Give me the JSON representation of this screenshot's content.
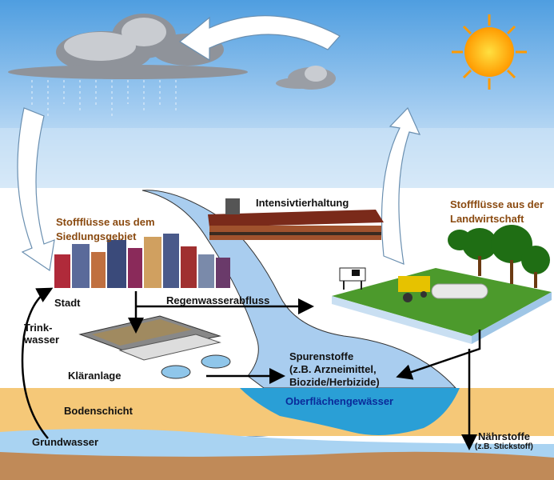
{
  "diagram": {
    "labels": {
      "siedlung_line1": "Stoffflüsse aus dem",
      "siedlung_line2": "Siedlungsgebiet",
      "intensiv": "Intensivtierhaltung",
      "landwirtschaft_line1": "Stoffflüsse aus der",
      "landwirtschaft_line2": "Landwirtschaft",
      "stadt": "Stadt",
      "regen": "Regenwasserabfluss",
      "trink_line1": "Trink-",
      "trink_line2": "wasser",
      "klaer": "Kläranlage",
      "spuren_line1": "Spurenstoffe",
      "spuren_line2": "(z.B. Arzneimittel,",
      "spuren_line3": "Biozide/Herbizide)",
      "oberflaeche": "Oberflächengewässer",
      "boden": "Bodenschicht",
      "grund": "Grundwasser",
      "naehr_line1": "Nährstoffe",
      "naehr_line2": "(z.B. Stickstoff)"
    },
    "colors": {
      "sky_top": "#4f9ee0",
      "sky_bottom": "#dcecf8",
      "soil": "#f5c878",
      "groundwater": "#a9d3f2",
      "bedrock": "#c08a58",
      "lake_upper": "#a9cdef",
      "lake_lower": "#2a9fd6",
      "label_brown": "#8a4a10"
    }
  }
}
